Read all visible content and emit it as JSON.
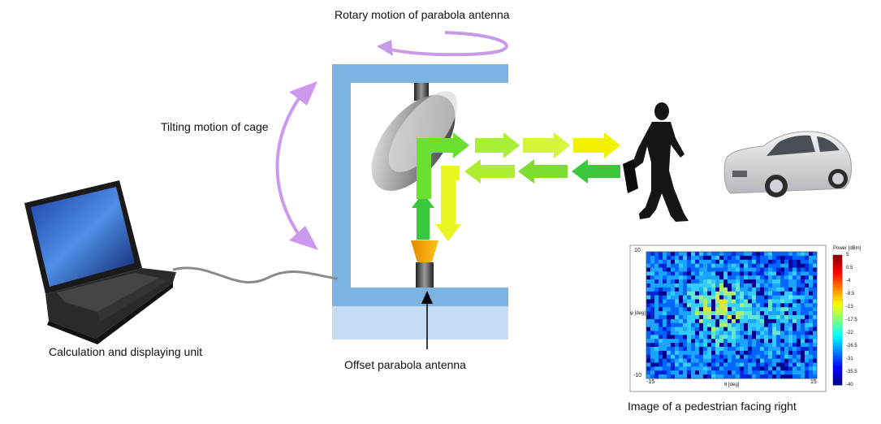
{
  "labels": {
    "rotary": "Rotary motion of  parabola antenna",
    "tilting": "Tilting motion of cage",
    "calc": "Calculation and displaying unit",
    "antenna": "Offset parabola antenna",
    "image_caption": "Image of a pedestrian facing right"
  },
  "heatmap": {
    "y_top": "10",
    "y_bottom": "-10",
    "x_left": "-15",
    "x_right": "15",
    "y_axis": "φ [deg]",
    "x_axis": "θ [deg]",
    "colorbar_title": "Power [dBm]",
    "colorbar_ticks": [
      "5",
      "0.5",
      "-4",
      "-8.5",
      "-13",
      "-17.5",
      "-22",
      "-26.5",
      "-31",
      "-35.5",
      "-40"
    ]
  },
  "colors": {
    "frame": "#7db3e2",
    "base": "#c6dcf2",
    "tilt_arrow": "#cc99ee",
    "rotary_arrow": "#c79be6",
    "beam_green": "#3cc83c",
    "beam_yellow": "#f2f200"
  }
}
